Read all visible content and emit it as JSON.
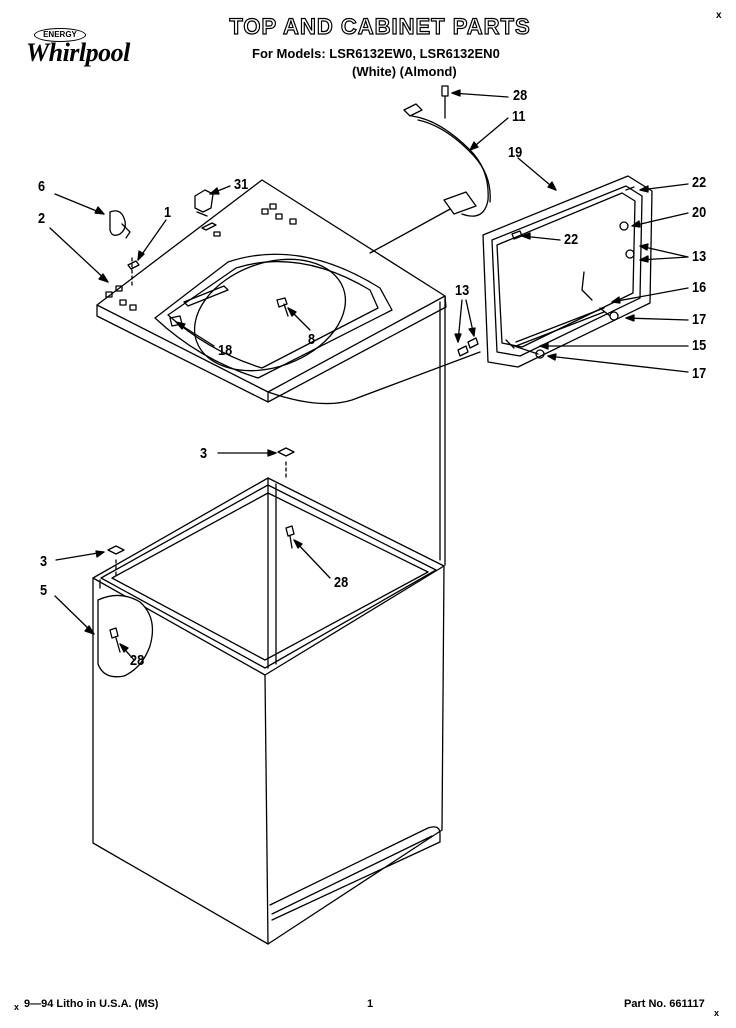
{
  "header": {
    "title": "TOP AND CABINET PARTS",
    "models_line": "For Models:  LSR6132EW0, LSR6132EN0",
    "variants_line": "(White)       (Almond)",
    "logo_badge": "ENERGY",
    "logo": "Whirlpool",
    "corner_mark": "x"
  },
  "callouts": [
    {
      "id": "c6",
      "label": "6"
    },
    {
      "id": "c2",
      "label": "2"
    },
    {
      "id": "c1",
      "label": "1"
    },
    {
      "id": "c31",
      "label": "31"
    },
    {
      "id": "c28a",
      "label": "28"
    },
    {
      "id": "c11",
      "label": "11"
    },
    {
      "id": "c19",
      "label": "19"
    },
    {
      "id": "c22a",
      "label": "22"
    },
    {
      "id": "c20",
      "label": "20"
    },
    {
      "id": "c22b",
      "label": "22"
    },
    {
      "id": "c13a",
      "label": "13"
    },
    {
      "id": "c16",
      "label": "16"
    },
    {
      "id": "c17a",
      "label": "17"
    },
    {
      "id": "c15",
      "label": "15"
    },
    {
      "id": "c17b",
      "label": "17"
    },
    {
      "id": "c13b",
      "label": "13"
    },
    {
      "id": "c18",
      "label": "18"
    },
    {
      "id": "c8",
      "label": "8"
    },
    {
      "id": "c3a",
      "label": "3"
    },
    {
      "id": "c28b",
      "label": "28"
    },
    {
      "id": "c3b",
      "label": "3"
    },
    {
      "id": "c5",
      "label": "5"
    },
    {
      "id": "c28c",
      "label": "28"
    }
  ],
  "footer": {
    "litho": "9—94 Litho in U.S.A. (MS)",
    "page": "1",
    "part_no": "Part No. 661117",
    "corner_left": "x",
    "corner_right": "x"
  }
}
